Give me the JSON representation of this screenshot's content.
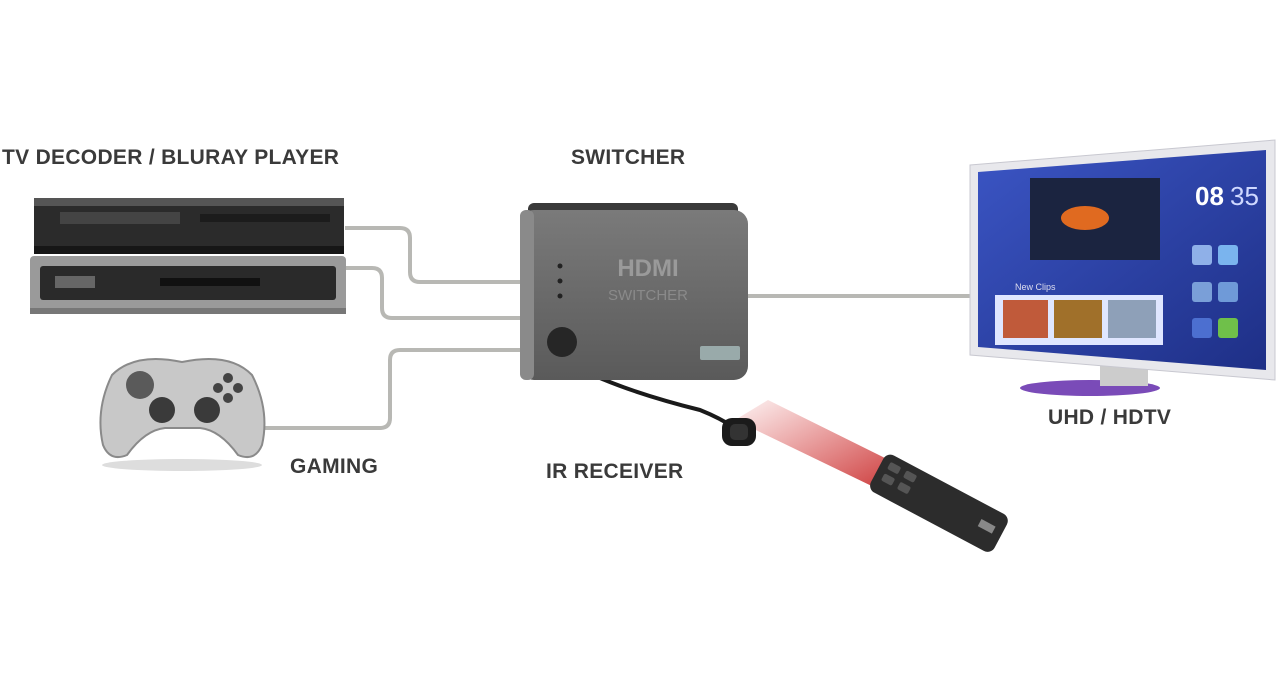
{
  "labels": {
    "source": "TV DECODER / BLURAY PLAYER",
    "switcher": "SWITCHER",
    "tv": "UHD / HDTV",
    "gaming": "GAMING",
    "ir_receiver": "IR RECEIVER"
  },
  "device_text": {
    "switcher_logo": "HDMI",
    "switcher_sub": "SWITCHER",
    "tv_clock_hours": "08",
    "tv_clock_minutes": "35",
    "tv_section": "New Clips"
  },
  "colors": {
    "cable": "#b8b8b4",
    "switcher_body": "#6b6b6b",
    "tv_screen": "#2a3f9a",
    "ir_beam": "#d01818",
    "label": "#3a3a3a"
  }
}
